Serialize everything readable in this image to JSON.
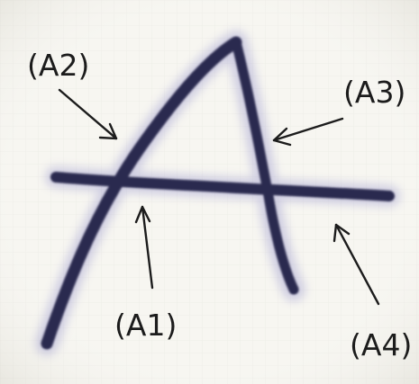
{
  "labels": {
    "a1": "(A1)",
    "a2": "(A2)",
    "a3": "(A3)",
    "a4": "(A4)"
  },
  "colors": {
    "background": "#f7f6f1",
    "stroke": "#2a2950",
    "arrow": "#1c1c1c"
  },
  "icons": {
    "figure": "handwritten-letter-A"
  }
}
